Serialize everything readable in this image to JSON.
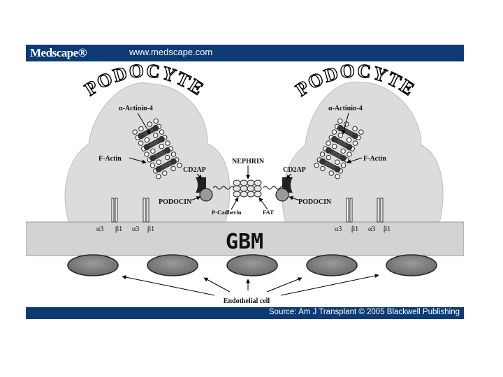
{
  "header": {
    "logo_text": "Medscape®",
    "url": "www.medscape.com"
  },
  "diagram": {
    "cell_labels": {
      "left": "PODOCYTE",
      "right": "PODOCYTE"
    },
    "labels": {
      "actinin_left": "α-Actinin-4",
      "factin_left": "F-Actin",
      "cd2ap_left": "CD2AP",
      "podocin_left": "PODOCIN",
      "nephrin": "NEPHRIN",
      "pcadherin": "P-Cadherin",
      "fat": "FAT",
      "actinin_right": "α-Actinin-4",
      "factin_right": "F-Actin",
      "cd2ap_right": "CD2AP",
      "podocin_right": "PODOCIN",
      "integrin_1": "α3",
      "integrin_2": "β1",
      "integrin_3": "α3",
      "integrin_4": "β1",
      "integrin_5": "α3",
      "integrin_6": "β1",
      "integrin_7": "α3",
      "integrin_8": "β1",
      "gbm": "GBM",
      "endothelial": "Endothelial cell"
    },
    "colors": {
      "cell_fill": "#dcdcdc",
      "gbm_fill": "#d3d3d3",
      "endothelial_fill": "#808080",
      "brand_bar": "#0d3a73"
    }
  },
  "footer": {
    "source": "Source: Am J Transplant © 2005 Blackwell Publishing"
  }
}
